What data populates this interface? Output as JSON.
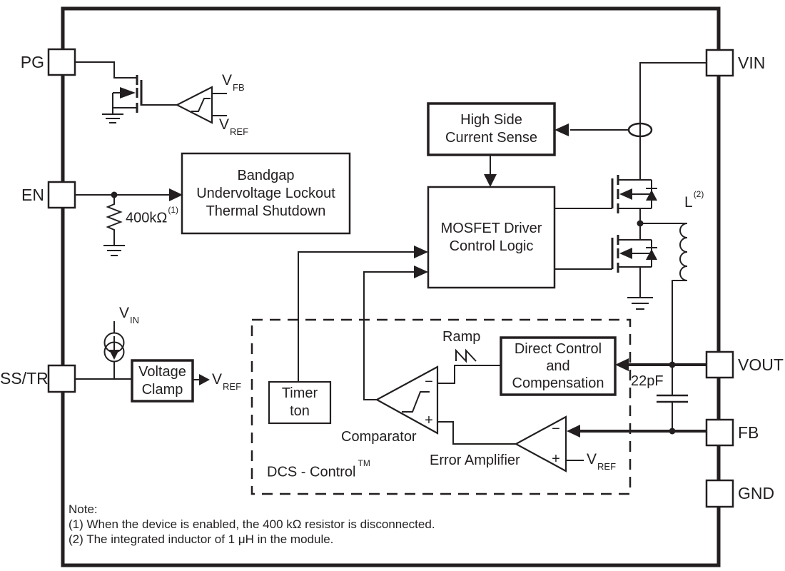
{
  "diagram": {
    "pins": {
      "left": [
        {
          "label": "PG"
        },
        {
          "label": "EN"
        },
        {
          "label": "SS/TR"
        }
      ],
      "right": [
        {
          "label": "VIN"
        },
        {
          "label": "VOUT"
        },
        {
          "label": "FB"
        },
        {
          "label": "GND"
        }
      ]
    },
    "blocks": {
      "bandgap": {
        "line1": "Bandgap",
        "line2": "Undervoltage Lockout",
        "line3": "Thermal Shutdown"
      },
      "high_side": {
        "line1": "High Side",
        "line2": "Current Sense"
      },
      "mosfet_driver": {
        "line1": "MOSFET Driver",
        "line2": "Control Logic"
      },
      "timer": {
        "line1": "Timer",
        "line2": "ton"
      },
      "voltage_clamp": {
        "line1": "Voltage",
        "line2": "Clamp"
      },
      "direct_control": {
        "line1": "Direct Control",
        "line2": "and",
        "line3": "Compensation"
      }
    },
    "labels": {
      "vfb": {
        "base": "V",
        "sub": "FB"
      },
      "vref_pg": {
        "base": "V",
        "sub": "REF"
      },
      "resistor": {
        "value": "400kΩ",
        "note": "(1)"
      },
      "vin_source": {
        "base": "V",
        "sub": "IN"
      },
      "vref_clamp": {
        "base": "V",
        "sub": "REF"
      },
      "vref_ea": {
        "base": "V",
        "sub": "REF"
      },
      "comparator": "Comparator",
      "error_amplifier": "Error Amplifier",
      "ramp": "Ramp",
      "dcs": {
        "text": "DCS - Control",
        "tm": "TM"
      },
      "inductor": {
        "base": "L",
        "note": "(2)"
      },
      "capacitor": "22pF",
      "polarity": {
        "minus": "−",
        "plus": "+"
      }
    },
    "notes": {
      "title": "Note:",
      "note1": "(1) When the device is enabled, the 400 kΩ resistor is disconnected.",
      "note2": "(2) The integrated inductor of 1 μH in the module."
    },
    "colors": {
      "line": "#231f20",
      "background": "#ffffff"
    }
  }
}
